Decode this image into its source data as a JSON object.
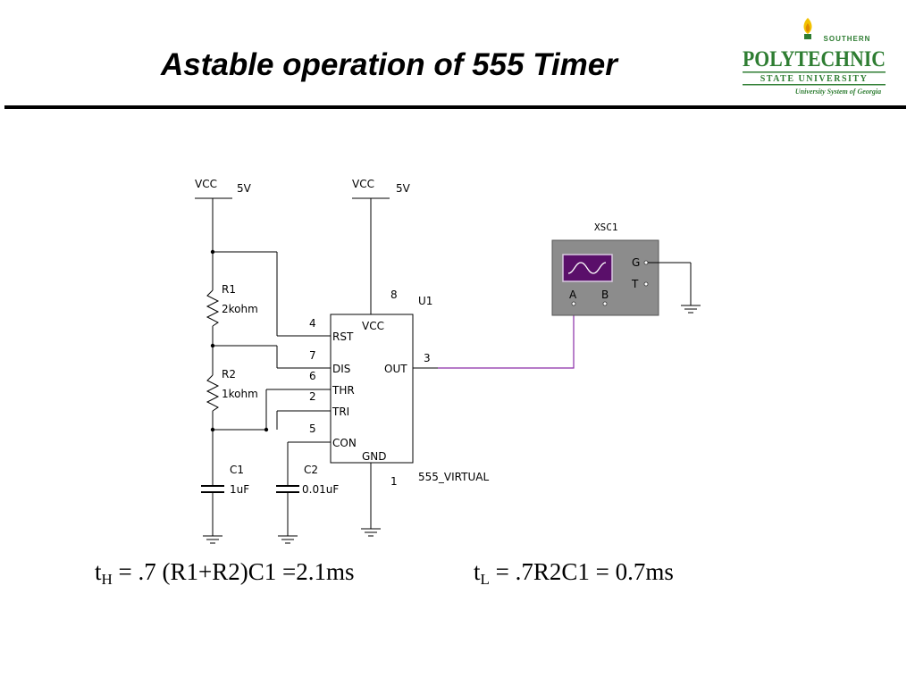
{
  "slide": {
    "title": "Astable operation of 555 Timer"
  },
  "logo": {
    "line_top": "SOUTHERN",
    "line_main": "POLYTECHNIC",
    "line_state": "STATE UNIVERSITY",
    "line_system": "University System of Georgia",
    "colors": {
      "green": "#2e7d32",
      "gold": "#f2c200"
    }
  },
  "schematic": {
    "vcc_left": {
      "label": "VCC",
      "value": "5V"
    },
    "vcc_right": {
      "label": "VCC",
      "value": "5V"
    },
    "r1": {
      "name": "R1",
      "value": "2kohm"
    },
    "r2": {
      "name": "R2",
      "value": "1kohm"
    },
    "c1": {
      "name": "C1",
      "value": "1uF"
    },
    "c2": {
      "name": "C2",
      "value": "0.01uF"
    },
    "ic": {
      "ref": "U1",
      "part": "555_VIRTUAL",
      "pins": [
        {
          "num": "8",
          "name": "VCC"
        },
        {
          "num": "4",
          "name": "RST"
        },
        {
          "num": "7",
          "name": "DIS"
        },
        {
          "num": "6",
          "name": "THR"
        },
        {
          "num": "2",
          "name": "TRI"
        },
        {
          "num": "5",
          "name": "CON"
        },
        {
          "num": "3",
          "name": "OUT"
        },
        {
          "num": "1",
          "name": "GND"
        }
      ]
    },
    "scope": {
      "ref": "XSC1",
      "terminals": [
        "A",
        "B",
        "G",
        "T"
      ],
      "colors": {
        "body": "#8c8c8c",
        "screen": "#5a0f6a",
        "probe_wire": "#8a2ca8"
      }
    }
  },
  "formulas": {
    "th": {
      "sym": "t",
      "sub": "H",
      "expr": " = .7 (R1+R2)C1 =2.1ms"
    },
    "tl": {
      "sym": "t",
      "sub": "L",
      "expr": " = .7R2C1 = 0.7ms"
    }
  }
}
